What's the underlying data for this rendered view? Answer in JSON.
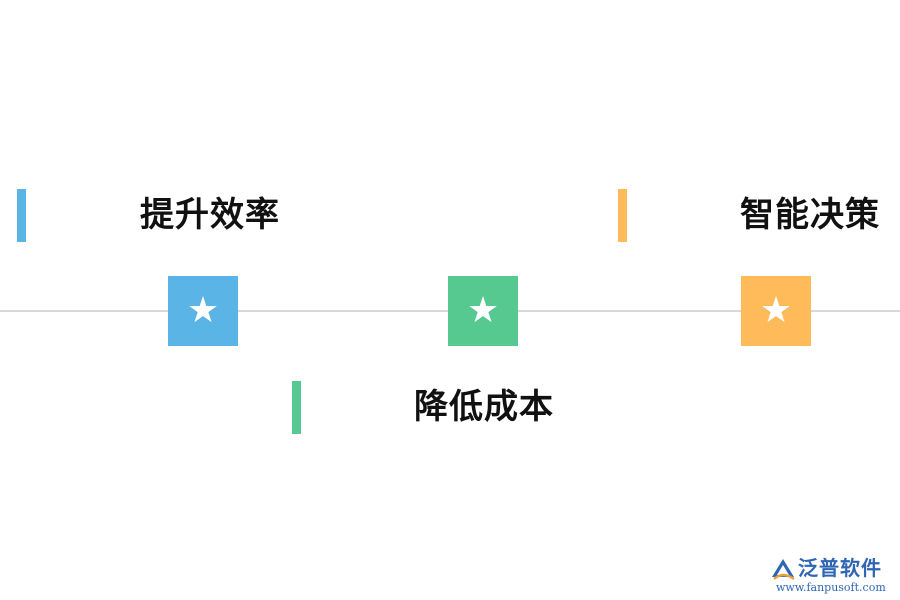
{
  "colors": {
    "blue": "#5ab4e5",
    "green": "#55c98f",
    "orange": "#ffba5a",
    "timeline": "#d8d8d8",
    "brand": "#2f66b3"
  },
  "milestones": [
    {
      "label": "提升效率",
      "icon": "star-icon",
      "symbol": "★",
      "color": "blue"
    },
    {
      "label": "降低成本",
      "icon": "star-icon",
      "symbol": "★",
      "color": "green"
    },
    {
      "label": "智能决策",
      "icon": "star-icon",
      "symbol": "★",
      "color": "orange"
    }
  ],
  "watermark": {
    "name": "泛普软件",
    "url": "www.fanpusoft.com"
  }
}
